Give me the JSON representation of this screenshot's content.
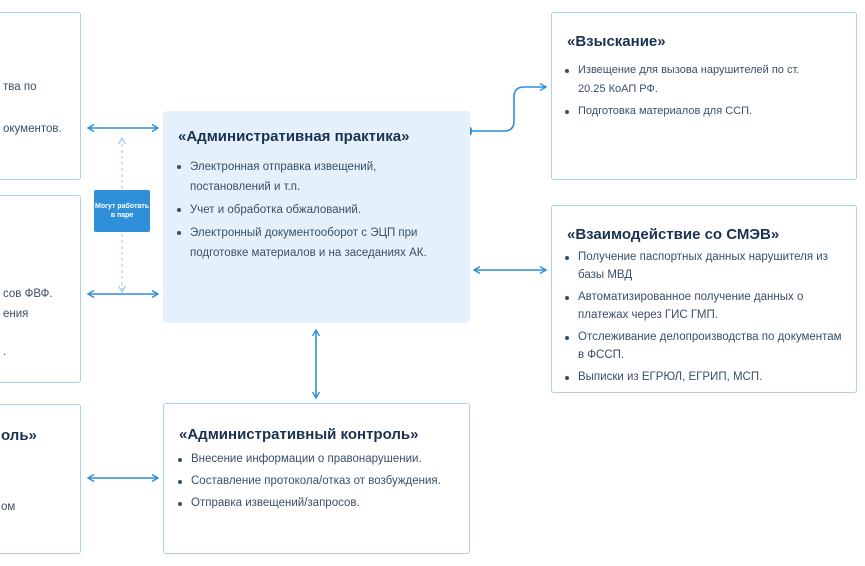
{
  "admin_practice": {
    "title": "«Административная практика»",
    "items": [
      "Электронная отправка извещений, постановлений и т.п.",
      "Учет и обработка обжалований.",
      "Электронный документооборот с ЭЦП при подготовке материалов и на заседаниях АК."
    ]
  },
  "recovery": {
    "title": "«Взыскание»",
    "items": [
      "Извещение для вызова нарушителей по ст. 20.25 КоАП РФ.",
      "Подготовка материалов для ССП."
    ]
  },
  "smev": {
    "title": "«Взаимодействие со СМЭВ»",
    "items": [
      "Получение паспортных данных нарушителя из базы МВД",
      "Автоматизированное получение данных о платежах через ГИС ГМП.",
      "Отслеживание делопроизводства по документам в ФССП.",
      "Выписки из ЕГРЮЛ, ЕГРИП, МСП."
    ]
  },
  "admin_control": {
    "title": "«Административный контроль»",
    "items": [
      "Внесение информации о правонарушении.",
      "Составление протокола/отказ от возбуждения.",
      "Отправка извещений/запросов."
    ]
  },
  "left_top_fragments": [
    "тва по",
    "окументов."
  ],
  "left_mid_fragments": [
    "сов ФВФ.",
    "ения",
    "."
  ],
  "left_bottom_fragments": [
    "оль»",
    "ом"
  ],
  "pair_badge": "Могут работать в паре",
  "colors": {
    "accent": "#2f8fd8",
    "border": "#a9d0ee",
    "center_bg": "#e4f0fb"
  }
}
